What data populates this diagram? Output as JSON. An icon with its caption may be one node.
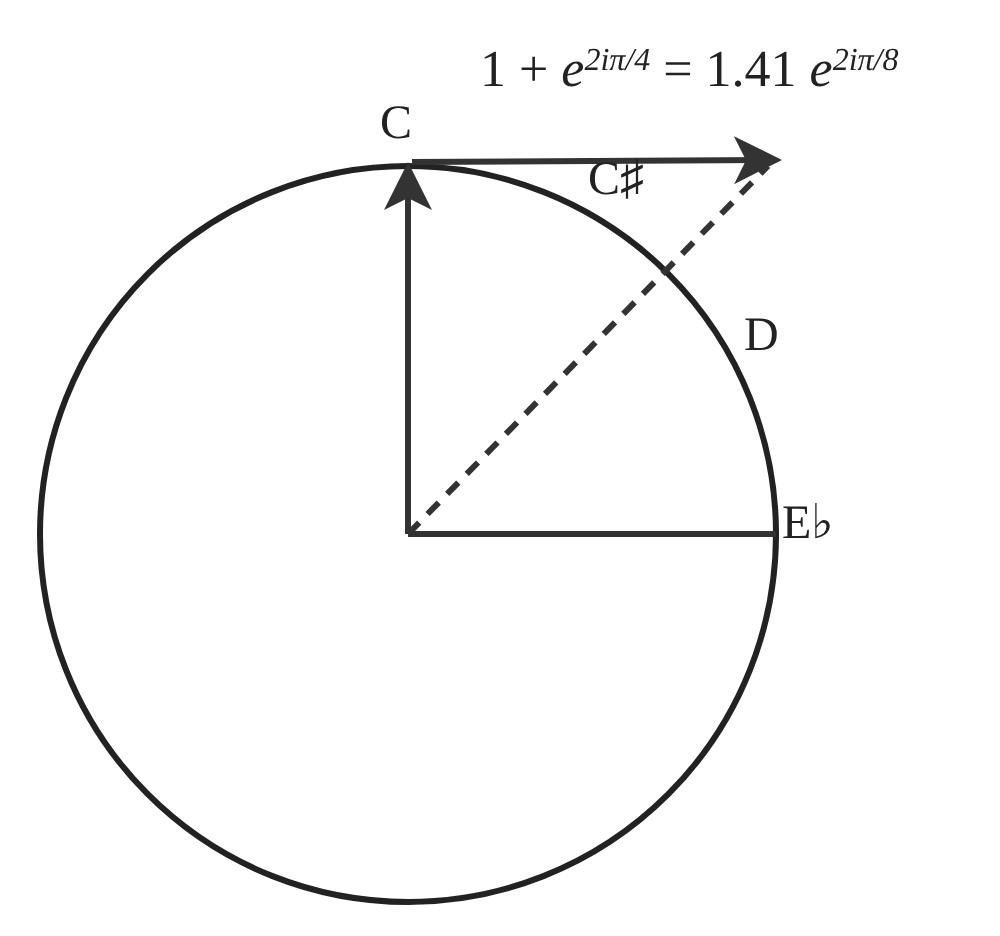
{
  "diagram": {
    "nodes": [
      {
        "text": [
          "C"
        ]
      },
      {
        "text": [
          "E♭"
        ]
      },
      {
        "text": [
          "1 + *e*$^{2iπ/4}$ = 1.41 *e*$^{2iπ/8}$"
        ]
      }
    ],
    "edges": [
      {
        "from": null,
        "to": 0,
        "arrow": "to"
      },
      {
        "from": 0,
        "to": 2,
        "arrow": "to"
      },
      {
        "from": null,
        "to": 2,
        "arrow": "none",
        "style": "dashed"
      },
      {
        "from": null,
        "to": 1,
        "arrow": "none"
      }
    ],
    "labels": [
      "C♯",
      "D"
    ]
  }
}
